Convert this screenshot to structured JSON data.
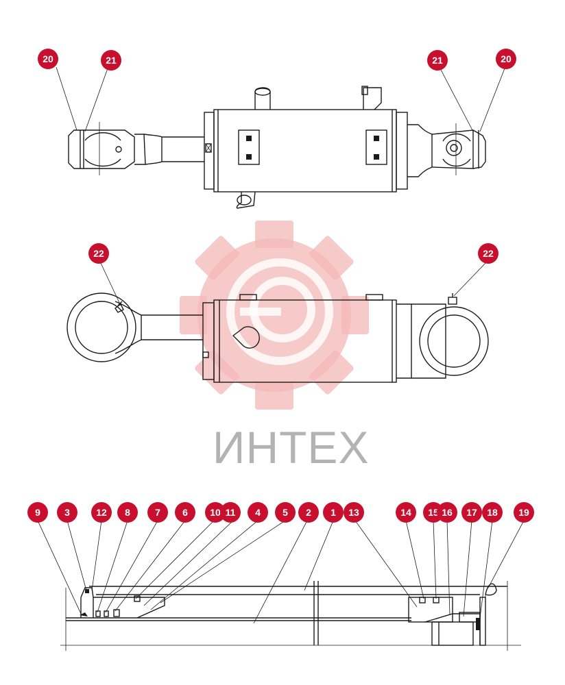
{
  "watermark": {
    "text": "ИНТЕХ",
    "color": "#f4b8b8"
  },
  "badge_color": "#c8102e",
  "callouts": [
    {
      "label": "20",
      "leader": [
        0,
        0
      ]
    },
    {
      "label": "21",
      "leader": [
        0,
        0
      ]
    },
    {
      "label": "21",
      "leader": [
        0,
        0
      ]
    },
    {
      "label": "20",
      "leader": [
        0,
        0
      ]
    },
    {
      "label": "22",
      "leader": [
        0,
        0
      ]
    },
    {
      "label": "22",
      "leader": [
        0,
        0
      ]
    },
    {
      "label": "9"
    },
    {
      "label": "3"
    },
    {
      "label": "12"
    },
    {
      "label": "8"
    },
    {
      "label": "7"
    },
    {
      "label": "6"
    },
    {
      "label": "10"
    },
    {
      "label": "11"
    },
    {
      "label": "4"
    },
    {
      "label": "5"
    },
    {
      "label": "2"
    },
    {
      "label": "1"
    },
    {
      "label": "13"
    },
    {
      "label": "14"
    },
    {
      "label": "15"
    },
    {
      "label": "16"
    },
    {
      "label": "17"
    },
    {
      "label": "18"
    },
    {
      "label": "19"
    }
  ]
}
